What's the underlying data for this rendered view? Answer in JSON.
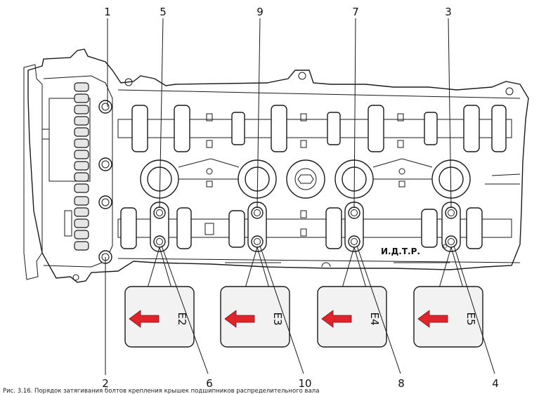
{
  "callouts": {
    "n1": "1",
    "n2": "2",
    "n3": "3",
    "n4": "4",
    "n5": "5",
    "n6": "6",
    "n7": "7",
    "n8": "8",
    "n9": "9",
    "n10": "10"
  },
  "cap_labels": {
    "e2": "E2",
    "e3": "E3",
    "e4": "E4",
    "e5": "E5"
  },
  "watermark": "И.Д.Т.Р.",
  "copyright_mark": "©",
  "caption": "Рис. 3.16. Порядок затягивания болтов крепления крышек подшипников распределительного вала",
  "colors": {
    "arrow": "#e0242c",
    "line": "#1a1a1a",
    "box": "#f2f2f2"
  }
}
